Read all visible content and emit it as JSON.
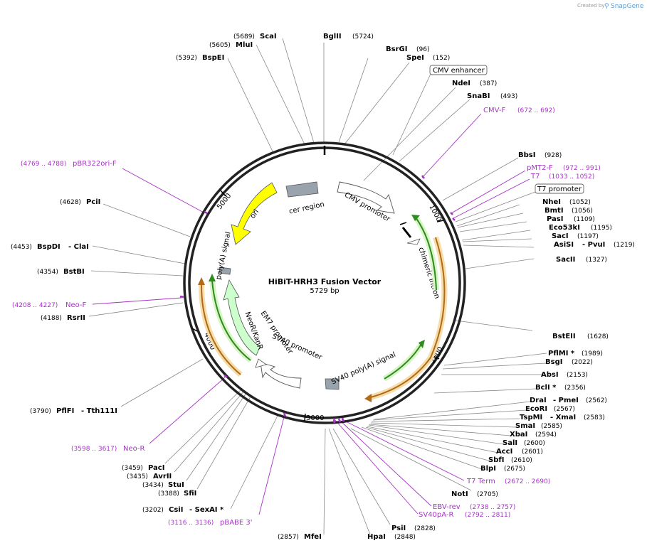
{
  "credit": {
    "prefix": "Created by",
    "brand": "SnapGene"
  },
  "plasmid": {
    "name": "HiBiT-HRH3 Fusion Vector",
    "length": "5729 bp"
  },
  "ticks": [
    "1000",
    "2000",
    "3000",
    "4000",
    "5000"
  ],
  "sites": [
    {
      "name": "BglII",
      "pos": "(5724)"
    },
    {
      "name": "BsrGI",
      "pos": "(96)"
    },
    {
      "name": "SpeI",
      "pos": "(152)"
    },
    {
      "name": "NdeI",
      "pos": "(387)"
    },
    {
      "name": "SnaBI",
      "pos": "(493)"
    },
    {
      "name": "BbsI",
      "pos": "(928)"
    },
    {
      "name": "NheI",
      "pos": "(1052)"
    },
    {
      "name": "BmtI",
      "pos": "(1056)"
    },
    {
      "name": "PasI",
      "pos": "(1109)"
    },
    {
      "name": "Eco53kI",
      "pos": "(1195)"
    },
    {
      "name": "SacI",
      "pos": "(1197)"
    },
    {
      "name": "AsiSI",
      "name2": "- PvuI",
      "pos": "(1219)"
    },
    {
      "name": "SacII",
      "pos": "(1327)"
    },
    {
      "name": "BstEII",
      "pos": "(1628)"
    },
    {
      "name": "PflMI *",
      "pos": "(1989)"
    },
    {
      "name": "BsgI",
      "pos": "(2022)"
    },
    {
      "name": "AbsI",
      "pos": "(2153)"
    },
    {
      "name": "BclI *",
      "pos": "(2356)"
    },
    {
      "name": "DraI",
      "name2": "- PmeI",
      "pos": "(2562)"
    },
    {
      "name": "EcoRI",
      "pos": "(2567)"
    },
    {
      "name": "TspMI",
      "name2": "- XmaI",
      "pos": "(2583)"
    },
    {
      "name": "SmaI",
      "pos": "(2585)"
    },
    {
      "name": "XbaI",
      "pos": "(2594)"
    },
    {
      "name": "SalI",
      "pos": "(2600)"
    },
    {
      "name": "AccI",
      "pos": "(2601)"
    },
    {
      "name": "SbfI",
      "pos": "(2610)"
    },
    {
      "name": "BlpI",
      "pos": "(2675)"
    },
    {
      "name": "NotI",
      "pos": "(2705)"
    },
    {
      "name": "PsiI",
      "pos": "(2828)"
    },
    {
      "name": "HpaI",
      "pos": "(2848)"
    },
    {
      "name": "MfeI",
      "pos": "(2857)"
    },
    {
      "name": "CsiI",
      "name2": "- SexAI *",
      "pos": "(3202)"
    },
    {
      "name": "SfiI",
      "pos": "(3388)"
    },
    {
      "name": "StuI",
      "pos": "(3434)"
    },
    {
      "name": "AvrII",
      "pos": "(3435)"
    },
    {
      "name": "PacI",
      "pos": "(3459)"
    },
    {
      "name": "PflFI",
      "name2": "- Tth111I",
      "pos": "(3790)"
    },
    {
      "name": "RsrII",
      "pos": "(4188)"
    },
    {
      "name": "BstBI",
      "pos": "(4354)"
    },
    {
      "name": "BspDI",
      "name2": "- ClaI",
      "pos": "(4453)"
    },
    {
      "name": "PciI",
      "pos": "(4628)"
    },
    {
      "name": "BspEI",
      "pos": "(5392)"
    },
    {
      "name": "MluI",
      "pos": "(5605)"
    },
    {
      "name": "ScaI",
      "pos": "(5689)"
    }
  ],
  "primers": [
    {
      "name": "CMV-F",
      "pos": "(672 .. 692)"
    },
    {
      "name": "pMT2-F",
      "pos": "(972 .. 991)"
    },
    {
      "name": "T7",
      "pos": "(1033 .. 1052)"
    },
    {
      "name": "T7 Term",
      "pos": "(2672 .. 2690)"
    },
    {
      "name": "EBV-rev",
      "pos": "(2738 .. 2757)"
    },
    {
      "name": "SV40pA-R",
      "pos": "(2792 .. 2811)"
    },
    {
      "name": "pBABE 3'",
      "pos": "(3116 .. 3136)"
    },
    {
      "name": "Neo-R",
      "pos": "(3598 .. 3617)"
    },
    {
      "name": "Neo-F",
      "pos": "(4208 .. 4227)"
    },
    {
      "name": "pBR322ori-F",
      "pos": "(4769 .. 4788)"
    }
  ],
  "boxed_features": [
    "CMV enhancer",
    "T7 promoter"
  ],
  "features": {
    "cer": "cer region",
    "cmv_promoter": "CMV promoter",
    "chimeric_intron": "chimeric intron",
    "sv40_polya": "SV40 poly(A) signal",
    "sv40_promoter": "SV40 promoter",
    "em7_promoter": "EM7 promoter",
    "neokanr": "NeoR/KanR",
    "polya": "poly(A) signal",
    "ori": "ori"
  },
  "colors": {
    "primer": "#a832c8",
    "ori": "#ffff00",
    "neo": "#ccffcc",
    "region": "#99a3ad",
    "orf_green": "#2e8b1f",
    "orf_orange": "#b06a18",
    "brand": "#5a9bd4"
  }
}
